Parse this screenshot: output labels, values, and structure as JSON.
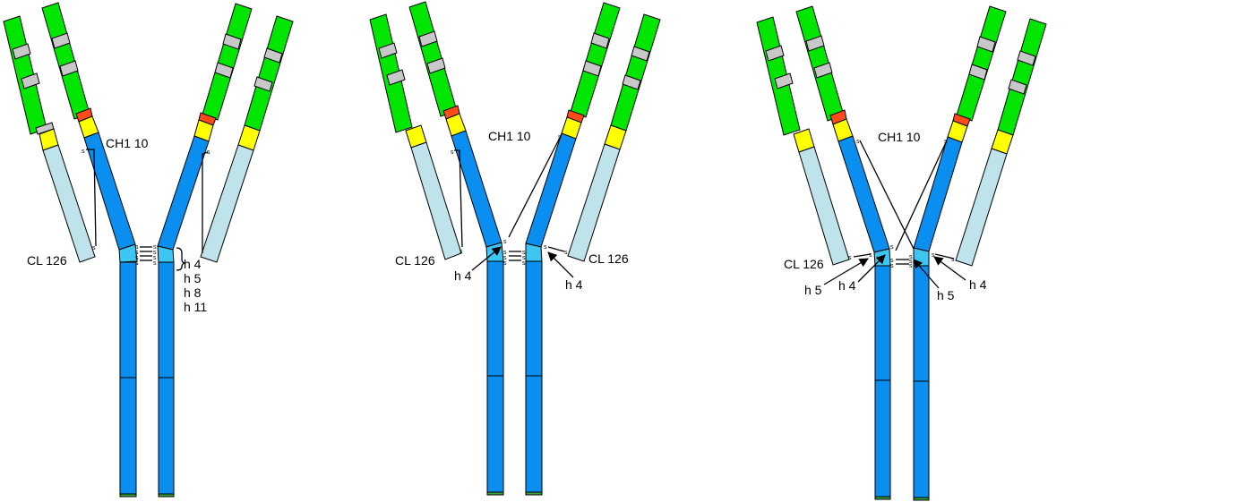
{
  "colors": {
    "variable_domain": "#00e600",
    "framework_band": "#c8c8c8",
    "cdr_band": "#ff4a1a",
    "junction": "#ffff00",
    "heavy_constant": "#0a8ff0",
    "hinge": "#3ec6f2",
    "light_constant": "#bfe3ea",
    "tail": "#3aa03a"
  },
  "sulfur_symbol": "s",
  "panels": [
    {
      "labels": {
        "ch1": "CH1 10",
        "cl_left": "CL 126",
        "hinge_list": [
          "h 4",
          "h 5",
          "h 8",
          "h 11"
        ]
      }
    },
    {
      "labels": {
        "ch1": "CH1 10",
        "cl_left": "CL 126",
        "cl_right": "CL 126",
        "hinge_left": "h 4",
        "hinge_right": "h 4"
      }
    },
    {
      "labels": {
        "ch1": "CH1 10",
        "cl_left": "CL 126",
        "hinge_left_a": "h 5",
        "hinge_left_b": "h 4",
        "hinge_right_a": "h 5",
        "hinge_right_b": "h 4"
      }
    }
  ]
}
